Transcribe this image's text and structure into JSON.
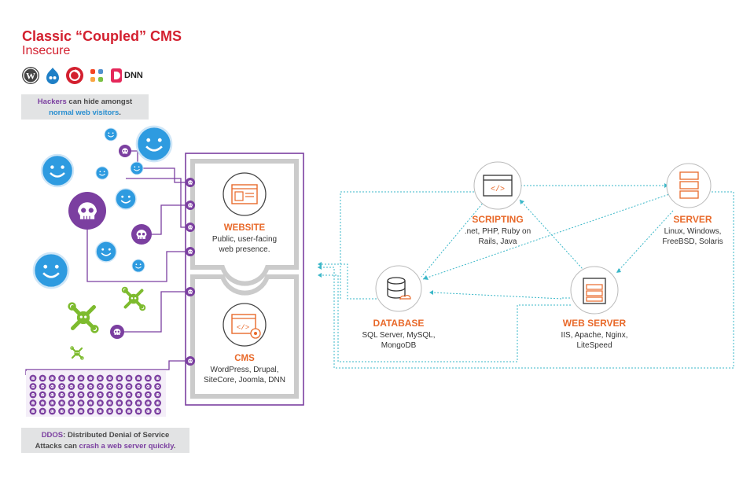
{
  "header": {
    "title": "Classic “Coupled” CMS",
    "subtitle": "Insecure"
  },
  "logos": [
    "wordpress-icon",
    "drupal-icon",
    "sitecore-icon",
    "joomla-icon",
    "dnn-icon"
  ],
  "logo_text": {
    "dnn": "DNN"
  },
  "hackers_note": {
    "part1": "Hackers",
    "part2": " can hide amongst",
    "part3": "normal web visitors",
    "part4": "."
  },
  "ddos_note": {
    "part1": "DDOS",
    "part2": ": Distributed Denial of Service",
    "part3": "Attacks can ",
    "part4": "crash a web server quickly",
    "part5": "."
  },
  "website": {
    "label": "WEBSITE",
    "desc_line1": "Public, user-facing",
    "desc_line2": "web presence."
  },
  "cms": {
    "label": "CMS",
    "desc_line1": "WordPress, Drupal,",
    "desc_line2": "SiteCore, Joomla, DNN"
  },
  "nodes": {
    "scripting": {
      "label": "SCRIPTING",
      "desc1": ".net, PHP, Ruby on",
      "desc2": "Rails, Java"
    },
    "server": {
      "label": "SERVER",
      "desc1": "Linux, Windows,",
      "desc2": "FreeBSD, Solaris"
    },
    "database": {
      "label": "DATABASE",
      "desc1": "SQL Server, MySQL,",
      "desc2": "MongoDB"
    },
    "webserver": {
      "label": "WEB SERVER",
      "desc1": "IIS, Apache, Nginx,",
      "desc2": "LiteSpeed"
    }
  },
  "colors": {
    "title_red": "#d3202f",
    "purple": "#7b3fa0",
    "blue_visitor": "#2e9be0",
    "green_tools": "#7dbb2e",
    "orange": "#e8692a",
    "teal_line": "#3ab7c8"
  }
}
